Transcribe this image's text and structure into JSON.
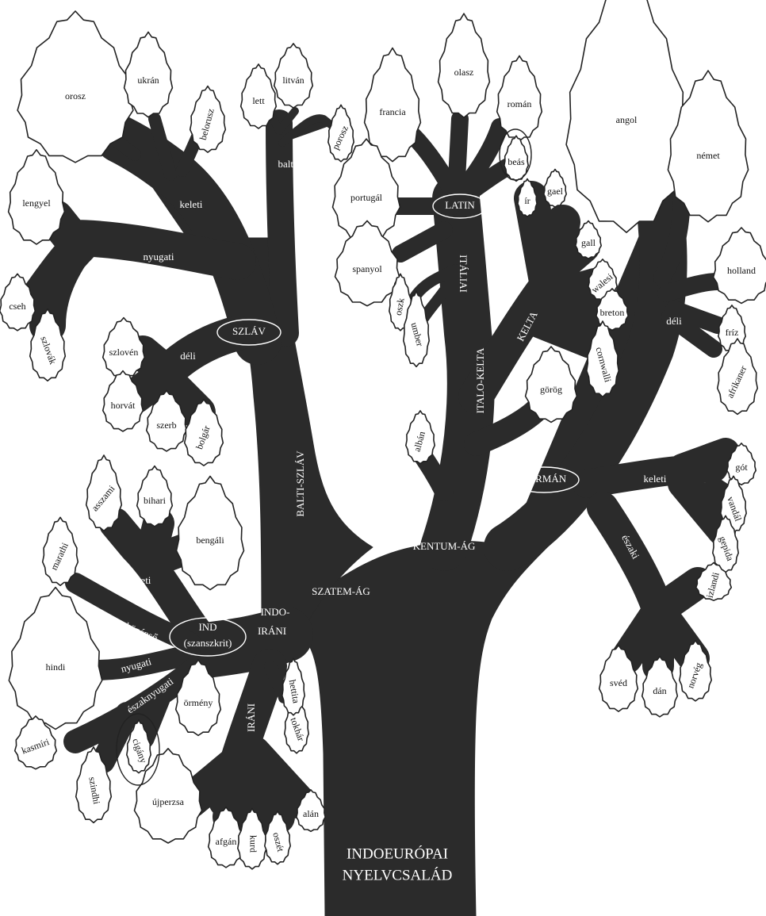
{
  "root": {
    "line1": "INDOEURÓPAI",
    "line2": "NYELVCSALÁD"
  },
  "main_branches": {
    "satem": "SZATEM-ÁG",
    "kentum": "KENTUM-ÁG"
  },
  "groups": {
    "balti_szlav": "BALTI-SZLÁV",
    "szlav": "SZLÁV",
    "balti": "balti",
    "indo_irani_1": "INDO-",
    "indo_irani_2": "IRÁNI",
    "ind_1": "IND",
    "ind_2": "(szanszkrit)",
    "irani": "IRÁNI",
    "italo_kelta": "ITALO-KELTA",
    "italiai": "ITÁLIAI",
    "latin": "LATIN",
    "kelta": "KELTA",
    "german": "GERMÁN"
  },
  "subbranches": {
    "szlav_keleti": "keleti",
    "szlav_nyugati": "nyugati",
    "szlav_deli": "déli",
    "ind_keleti": "keleti",
    "ind_kozepso": "középső",
    "ind_nyugati": "nyugati",
    "ind_eszaknyugati": "északnyugati",
    "german_deli": "déli",
    "german_keleti": "keleti",
    "german_eszaki": "északi"
  },
  "languages": {
    "orosz": "orosz",
    "ukran": "ukrán",
    "belorusz": "belorusz",
    "lengyel": "lengyel",
    "cseh": "cseh",
    "szlovak": "szlovák",
    "szloven": "szlovén",
    "horvat": "horvát",
    "szerb": "szerb",
    "bolgar": "bolgár",
    "lett": "lett",
    "litvan": "litván",
    "porosz": "porosz",
    "francia": "francia",
    "olasz": "olasz",
    "roman": "román",
    "beas": "beás",
    "portugal": "portugál",
    "spanyol": "spanyol",
    "oszk": "oszk",
    "umber": "umber",
    "ir": "ír",
    "gael": "gael",
    "gall": "gall",
    "walesi": "walesi",
    "breton": "breton",
    "cornwalli": "cornwalli",
    "gorog": "görög",
    "alban": "albán",
    "angol": "angol",
    "nemet": "német",
    "holland": "holland",
    "friz": "fríz",
    "afrikaner": "afrikaner",
    "got": "gót",
    "vandal": "vandál",
    "gepida": "gepida",
    "izlandi": "izlandi",
    "sved": "svéd",
    "dan": "dán",
    "norveg": "norvég",
    "asszami": "asszami",
    "bihari": "bihari",
    "bengali": "bengáli",
    "marathi": "marathi",
    "hindi": "hindi",
    "kasmiri": "kasmíri",
    "szindhi": "szindhi",
    "cigany": "cigány",
    "ormeny": "örmény",
    "ujperzsa": "újperzsa",
    "afgan": "afgán",
    "kurd": "kurd",
    "oszet": "oszét",
    "alan": "alán",
    "tokhar": "tokhár",
    "hettita": "hettita"
  }
}
